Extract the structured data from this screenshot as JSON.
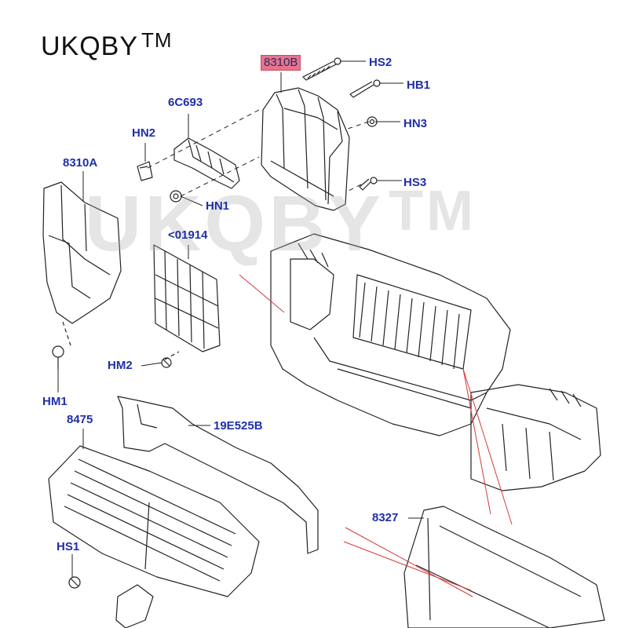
{
  "brand": {
    "name": "UKQBY",
    "tm": "TM"
  },
  "watermark": {
    "name": "UKQBY",
    "tm": "TM"
  },
  "callouts": {
    "part_8310B": "8310B",
    "hs2": "HS2",
    "hb1": "HB1",
    "hn3": "HN3",
    "hs3": "HS3",
    "part_6C693": "6C693",
    "hn2": "HN2",
    "part_8310A": "8310A",
    "hn1": "HN1",
    "part_01914": "<01914",
    "hm2": "HM2",
    "hm1": "HM1",
    "part_8475": "8475",
    "part_19E525B": "19E525B",
    "hs1": "HS1",
    "part_8327": "8327"
  },
  "colors": {
    "callout_text": "#1f2fa8",
    "highlight_fill": "#e8738a",
    "leader_line": "#d33b3b",
    "line_art": "#222222",
    "watermark": "#bbbbbb"
  }
}
